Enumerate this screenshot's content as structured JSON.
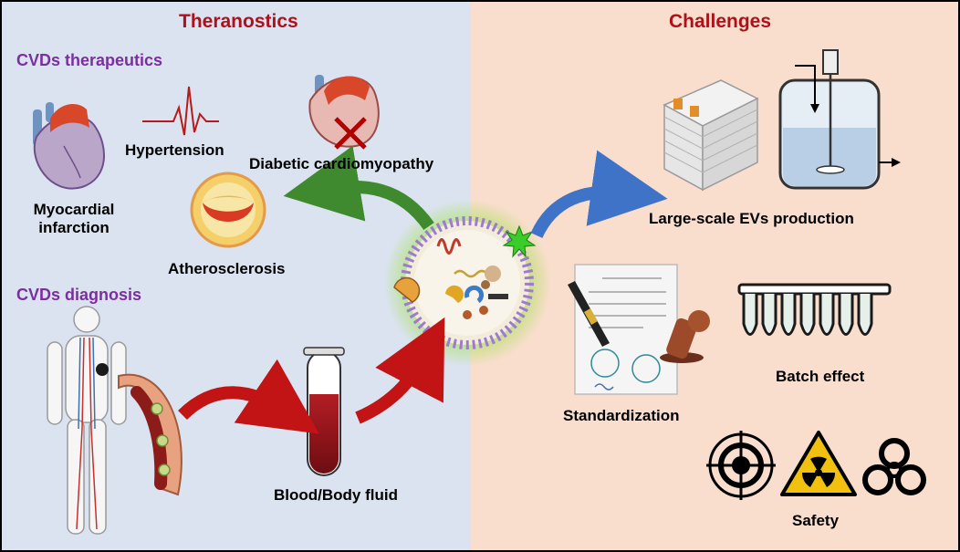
{
  "left_panel": {
    "title": "Theranostics",
    "therapeutics": {
      "heading": "CVDs therapeutics",
      "items": [
        {
          "label": "Hypertension",
          "icon": "heartbeat-trace-icon"
        },
        {
          "label": "Diabetic cardiomyopathy",
          "icon": "heart-with-cross-icon"
        },
        {
          "label_line1": "Myocardial",
          "label_line2": "infarction",
          "icon": "heart-icon"
        },
        {
          "label": "Atherosclerosis",
          "icon": "artery-cross-section-icon"
        }
      ]
    },
    "diagnosis": {
      "heading": "CVDs diagnosis",
      "items": [
        {
          "label": "Blood/Body fluid",
          "icon": "blood-test-tube-icon"
        }
      ]
    }
  },
  "right_panel": {
    "title": "Challenges",
    "items": [
      {
        "label": "Large-scale EVs production",
        "icon": "bioreactor-icon"
      },
      {
        "label": "Standardization",
        "icon": "document-stamp-icon"
      },
      {
        "label": "Batch effect",
        "icon": "tube-rack-icon"
      },
      {
        "label": "Safety",
        "icon": "hazard-symbols-icon"
      }
    ]
  },
  "colors": {
    "left_bg": "#dbe3f1",
    "right_bg": "#f9decd",
    "heading_red": "#b0101a",
    "heading_purple": "#7a2fa0",
    "arrow_green": "#3f8a2e",
    "arrow_blue": "#3f73c8",
    "arrow_red": "#c21414"
  }
}
